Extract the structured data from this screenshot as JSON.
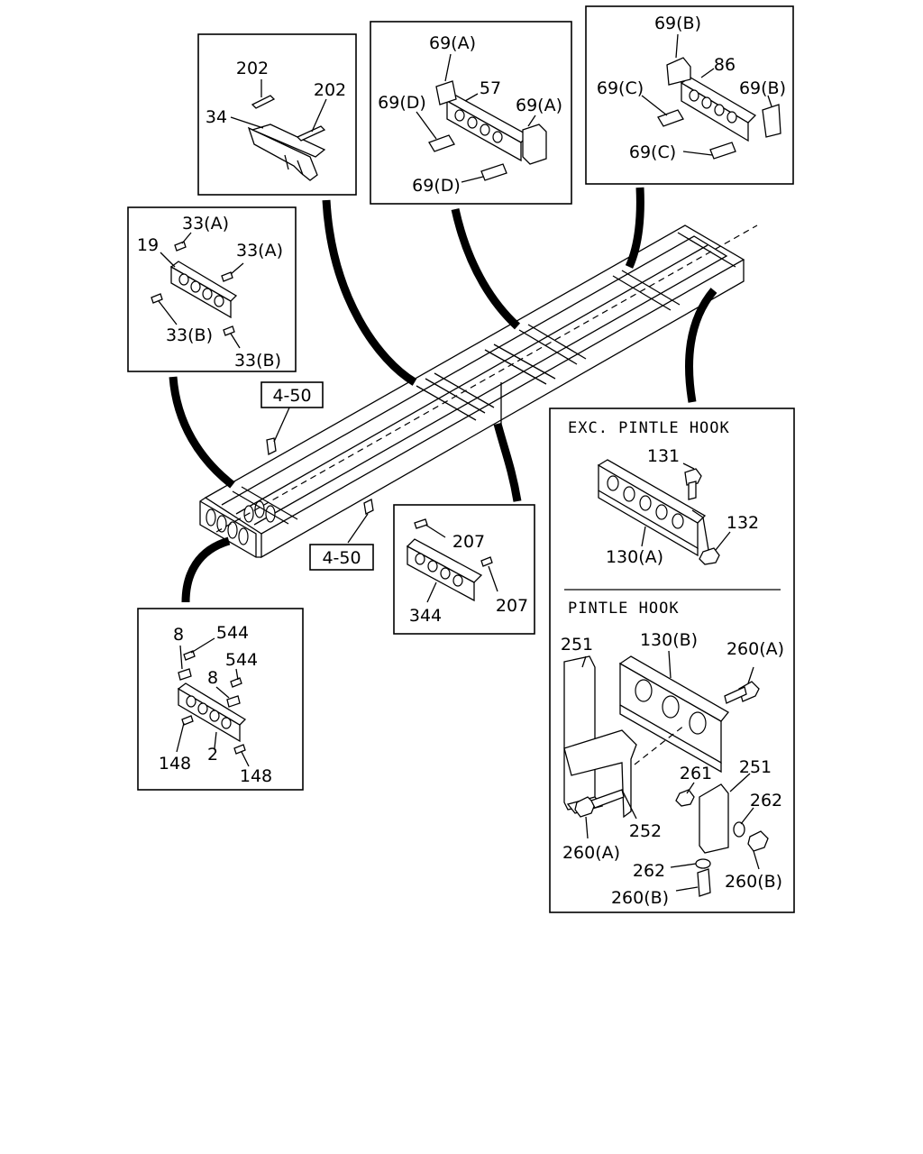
{
  "refs": {
    "ref_upper": "4-50",
    "ref_lower": "4-50"
  },
  "sections": {
    "exc_pintle": "EXC. PINTLE HOOK",
    "pintle": "PINTLE HOOK"
  },
  "box_202": {
    "a": "202",
    "b": "202",
    "c": "34"
  },
  "box_69a": {
    "a": "69(A)",
    "b": "57",
    "c": "69(D)",
    "d": "69(A)",
    "e": "69(D)"
  },
  "box_69b": {
    "a": "69(B)",
    "b": "86",
    "c": "69(C)",
    "d": "69(B)",
    "e": "69(C)"
  },
  "box_19": {
    "a": "33(A)",
    "b": "19",
    "c": "33(A)",
    "d": "33(B)",
    "e": "33(B)"
  },
  "box_344": {
    "a": "207",
    "b": "207",
    "c": "344"
  },
  "box_2": {
    "a": "8",
    "b": "544",
    "c": "544",
    "d": "8",
    "e": "148",
    "f": "2",
    "g": "148"
  },
  "box_hook": {
    "p131": "131",
    "p132": "132",
    "p130a": "130(A)",
    "p251a": "251",
    "p130b": "130(B)",
    "p260a1": "260(A)",
    "p261": "261",
    "p251b": "251",
    "p262a": "262",
    "p252": "252",
    "p260a2": "260(A)",
    "p262b": "262",
    "p260b1": "260(B)",
    "p260b2": "260(B)"
  }
}
